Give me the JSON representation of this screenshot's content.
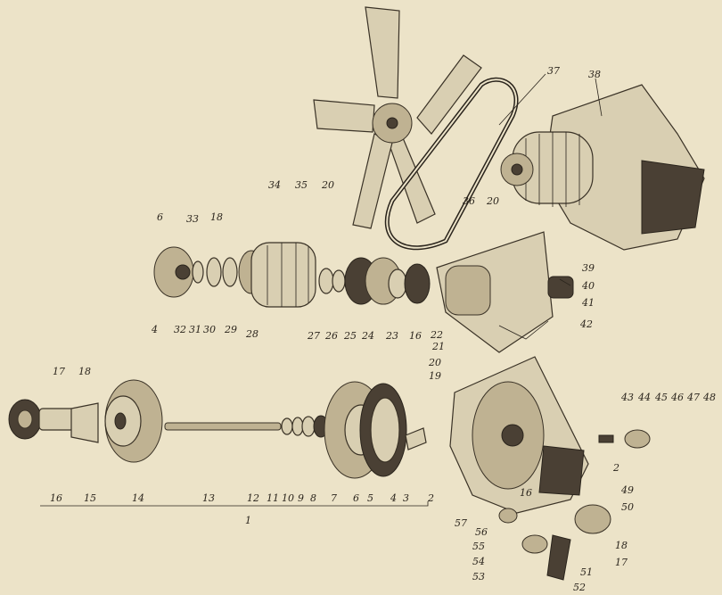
{
  "labels": {
    "l1": "1",
    "l2a": "2",
    "l2b": "2",
    "l3": "3",
    "l4a": "4",
    "l4b": "4",
    "l5": "5",
    "l6a": "6",
    "l6b": "6",
    "l7": "7",
    "l8": "8",
    "l9": "9",
    "l10": "10",
    "l11": "11",
    "l12": "12",
    "l13": "13",
    "l14": "14",
    "l15": "15",
    "l16a": "16",
    "l16b": "16",
    "l16c": "16",
    "l17a": "17",
    "l17b": "17",
    "l18a": "18",
    "l18b": "18",
    "l18c": "18",
    "l19": "19",
    "l20a": "20",
    "l20b": "20",
    "l20c": "20",
    "l21": "21",
    "l22": "22",
    "l23": "23",
    "l24": "24",
    "l25": "25",
    "l26": "26",
    "l27": "27",
    "l28": "28",
    "l29": "29",
    "l30": "30",
    "l31": "31",
    "l32": "32",
    "l33": "33",
    "l34": "34",
    "l35": "35",
    "l36": "36",
    "l37": "37",
    "l38": "38",
    "l39": "39",
    "l40": "40",
    "l41": "41",
    "l42": "42",
    "l43": "43",
    "l44": "44",
    "l45": "45",
    "l46": "46",
    "l47": "47",
    "l48": "48",
    "l49": "49",
    "l50": "50",
    "l51": "51",
    "l52": "52",
    "l53": "53",
    "l54": "54",
    "l55": "55",
    "l56": "56",
    "l57": "57"
  },
  "colors": {
    "paper": "#ece3c8",
    "ink": "#2a241c"
  }
}
